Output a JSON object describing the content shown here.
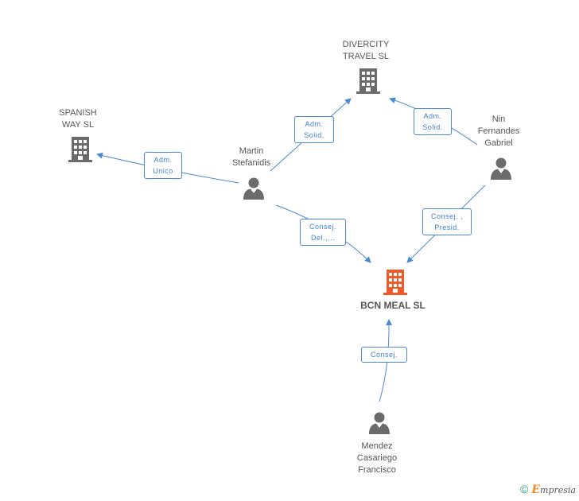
{
  "colors": {
    "accent": "#4a8ad3",
    "building": "#6b6b6b",
    "highlight": "#f05a28",
    "person": "#6b6b6b",
    "text": "#555555"
  },
  "nodes": {
    "divercity": {
      "lines": [
        "DIVERCITY",
        "TRAVEL SL"
      ],
      "icon": "building-icon"
    },
    "spanish": {
      "lines": [
        "SPANISH",
        "WAY SL"
      ],
      "icon": "building-icon"
    },
    "bcn": {
      "lines": [
        "BCN MEAL SL"
      ],
      "icon": "building-icon"
    },
    "martin": {
      "lines": [
        "Martin",
        "Stefanidis"
      ],
      "icon": "person-icon"
    },
    "nin": {
      "lines": [
        "Nin",
        "Fernandes",
        "Gabriel"
      ],
      "icon": "person-icon"
    },
    "mendez": {
      "lines": [
        "Mendez",
        "Casariego",
        "Francisco"
      ],
      "icon": "person-icon"
    }
  },
  "edges": {
    "martin_divercity": [
      "Adm.",
      "Solid."
    ],
    "nin_divercity": [
      "Adm.",
      "Solid."
    ],
    "martin_spanish": [
      "Adm.",
      "Unico"
    ],
    "martin_bcn": [
      "Consej.",
      "Del.,..."
    ],
    "nin_bcn": [
      "Consej. ,",
      "Presid."
    ],
    "mendez_bcn": [
      "Consej."
    ]
  },
  "footer": {
    "copyright": "©",
    "brand_initial": "E",
    "brand_rest": "mpresia"
  }
}
